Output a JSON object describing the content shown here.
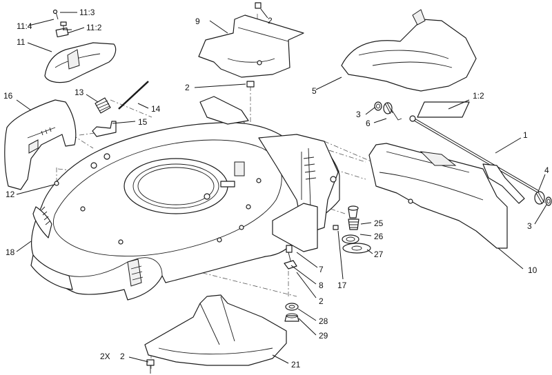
{
  "labels": {
    "l1": "1",
    "l1_2": "1:2",
    "l2_top": "2",
    "l2_mid": "2",
    "l2_bottom_right": "2",
    "l2_bottom_left": "2",
    "l2x": "2X",
    "l3_upper": "3",
    "l3_lower": "3",
    "l4": "4",
    "l5": "5",
    "l6": "6",
    "l7": "7",
    "l8": "8",
    "l9": "9",
    "l10": "10",
    "l11": "11",
    "l11_2": "11:2",
    "l11_3": "11:3",
    "l11_4": "11:4",
    "l12": "12",
    "l13": "13",
    "l14": "14",
    "l15": "15",
    "l16": "16",
    "l17": "17",
    "l18": "18",
    "l21": "21",
    "l25": "25",
    "l26": "26",
    "l27": "27",
    "l28": "28",
    "l29": "29"
  }
}
